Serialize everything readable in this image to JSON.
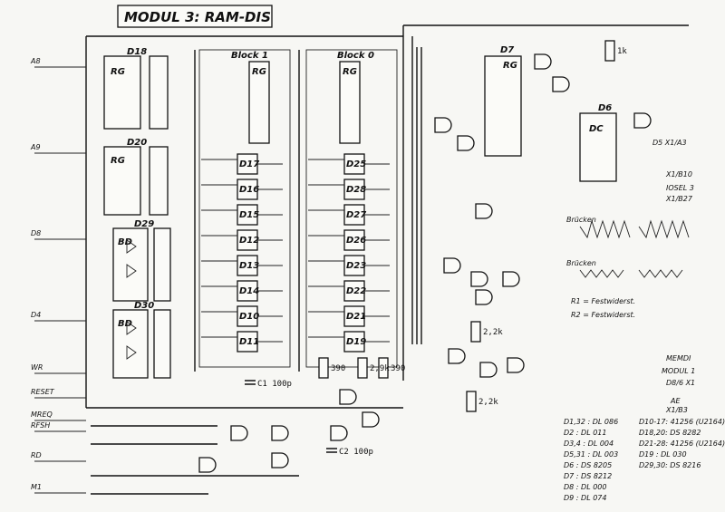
{
  "title": "MODUL 3: RAM-DIS",
  "chips": [
    {
      "id": "D18",
      "type": "RG"
    },
    {
      "id": "D20",
      "type": "RG"
    },
    {
      "id": "D29",
      "type": "BD"
    },
    {
      "id": "D30",
      "type": "BD"
    },
    {
      "id": "D7",
      "type": "RG"
    },
    {
      "id": "D6",
      "type": "DC"
    }
  ],
  "blocks": [
    "Block 1",
    "Block 0"
  ],
  "ram_left": [
    "D17",
    "D16",
    "D15",
    "D12",
    "D13",
    "D14",
    "D10",
    "D11"
  ],
  "ram_right": [
    "D25",
    "D28",
    "D27",
    "D26",
    "D23",
    "D22",
    "D21",
    "D19"
  ],
  "input_labels": [
    "A8",
    "A9",
    "D8",
    "D4",
    "WR",
    "RESET",
    "MREQ",
    "RFSH",
    "RD",
    "M1"
  ],
  "output_labels": [
    "MEMDI",
    "MODUL 1",
    "D8/6 X1",
    "AE",
    "X1/B3",
    "X1/B10",
    "IOSEL 3",
    "X1/B27",
    "D5 X1/A3"
  ],
  "resistors": [
    "390",
    "390",
    "2,2k",
    "2,2k",
    "1k",
    "2,9k"
  ],
  "capacitors": [
    "C1 100p",
    "C2 100p"
  ],
  "notes": {
    "r1": "R1 = Festwiderst.",
    "r2": "R2 = Festwiderst.",
    "brueckenA": "Brücken",
    "brueckenB": "Brücken"
  },
  "parts_list_left": [
    "D1,32 : DL 086",
    "D2 : DL 011",
    "D3,4 : DL 004",
    "D5,31 : DL 003",
    "D6 : DS 8205",
    "D7 : DS 8212",
    "D8 : DL 000",
    "D9 : DL 074"
  ],
  "parts_list_right": [
    "D10-17: 41256 (U2164)",
    "D18,20: DS 8282",
    "D21-28: 41256 (U2164)",
    "D19 : DL 030",
    "D29,30: DS 8216"
  ]
}
